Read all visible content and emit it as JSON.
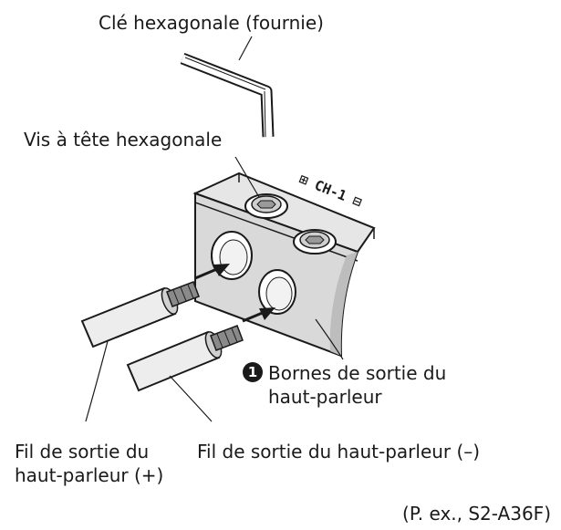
{
  "labels": {
    "hex_key": "Clé hexagonale (fournie)",
    "hex_screw": "Vis à tête hexagonale",
    "terminal_marking": "⊞ CH-1 ⊟",
    "callout_number": "1",
    "output_terminals_line1": "Bornes de sortie du",
    "output_terminals_line2": "haut-parleur",
    "wire_plus_line1": "Fil de sortie du",
    "wire_plus_line2": "haut-parleur (+)",
    "wire_minus": "Fil de sortie du haut-parleur (–)",
    "example_model": "(P. ex., S2-A36F)"
  },
  "colors": {
    "line": "#1a1a1a",
    "block_fill": "#d9d9d9",
    "block_shade": "#bdbdbd",
    "wire_fill": "#ededed",
    "strand_fill": "#8a8a8a",
    "arrow": "#1a1a1a"
  }
}
